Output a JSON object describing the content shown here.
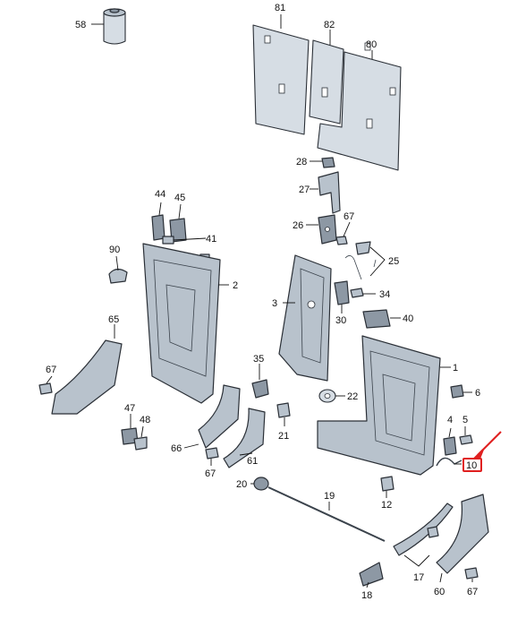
{
  "callouts": {
    "p58": "58",
    "p81": "81",
    "p82": "82",
    "p80": "80",
    "p28": "28",
    "p27": "27",
    "p26": "26",
    "p67a": "67",
    "p25": "25",
    "p44": "44",
    "p45": "45",
    "p41": "41",
    "p90": "90",
    "p2": "2",
    "p3": "3",
    "p34": "34",
    "p30": "30",
    "p40": "40",
    "p65": "65",
    "p67b": "67",
    "p35": "35",
    "p22": "22",
    "p1": "1",
    "p6": "6",
    "p47": "47",
    "p48": "48",
    "p66": "66",
    "p67c": "67",
    "p61": "61",
    "p21": "21",
    "p4": "4",
    "p5": "5",
    "p10": "10",
    "p20": "20",
    "p19": "19",
    "p12": "12",
    "p17": "17",
    "p18": "18",
    "p60": "60",
    "p67d": "67"
  },
  "highlight": {
    "part": "10",
    "color": "#e02020"
  }
}
